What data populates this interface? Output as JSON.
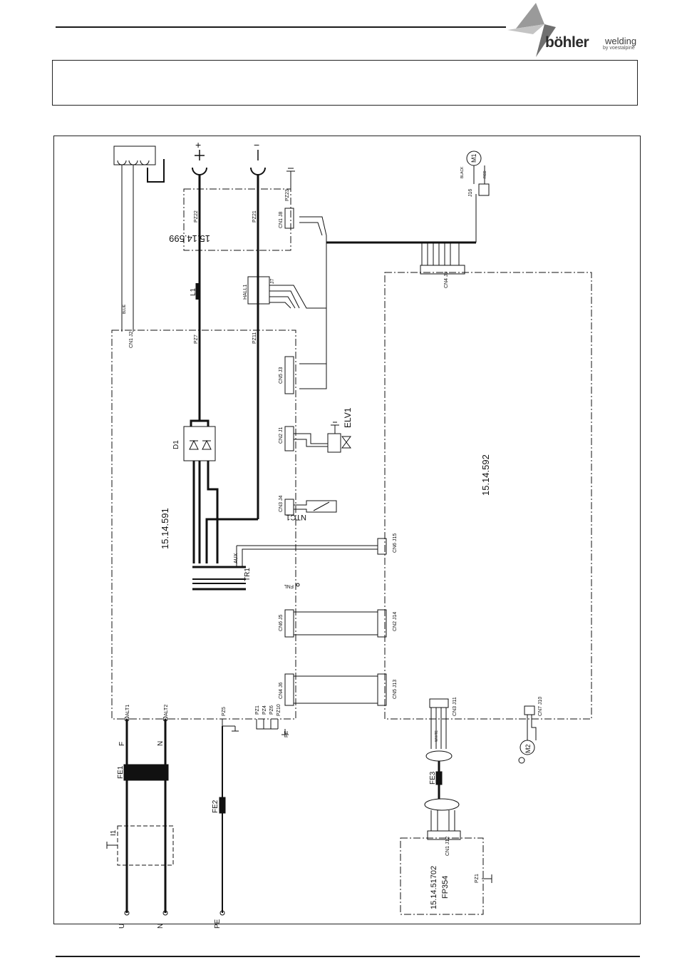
{
  "brand": {
    "name": "böhler",
    "suffix": "welding",
    "sub": "by voestalpine"
  },
  "labels": {
    "board_591": "15.14.591",
    "board_592": "15.14.592",
    "board_599": "15.14.599",
    "fp_code": "15.14.51702",
    "fp_name": "FP354",
    "tr1": "TR1",
    "aux": "AUX",
    "l1": "L1",
    "d1": "D1",
    "hall1": "HALL1",
    "elv1": "ELV1",
    "ntc1": "NTC1",
    "m1": "M1",
    "m2": "M2",
    "fe1": "FE1",
    "fe2": "FE2",
    "fe3": "FE3",
    "i1": "I1",
    "f": "F",
    "n": "N",
    "u": "U",
    "n_bottom": "N",
    "pe": "PE",
    "pe_small": "PE",
    "alt1": "ALT1",
    "alt2": "ALT2",
    "pz5": "PZ5",
    "pz7": "PZ7",
    "pz11": "PZ11",
    "pz22": "PZ22",
    "pz21": "PZ21",
    "pz23": "PZ23",
    "pz1": "PZ1",
    "pz4": "PZ4",
    "pz6": "PZ6",
    "pz10": "PZ10",
    "pz21_fp": "PZ1",
    "cn1_j2": "CN1 J2",
    "cn5_j3": "CN5 J3",
    "cn2_j1": "CN2 J1",
    "cn3_j4": "CN3 J4",
    "cn6_j5": "CN6 J5",
    "cn4_j6": "CN4 J6",
    "cn1_j8": "CN1 J8",
    "cn6_j15": "CN6 J15",
    "cn2_j14": "CN2 J14",
    "cn5_j13": "CN5 J13",
    "cn3_j11": "CN3 J11",
    "cn7_j10": "CN7 J10",
    "cn4_j9": "CN4 J9",
    "cn1_j12": "CN1 J12",
    "j16": "J16",
    "j7": "J7",
    "fnl": "FNL",
    "blue": "BLUE",
    "black": "BLACK",
    "red": "RED",
    "white": "WHITE",
    "plus": "+",
    "minus": "−"
  }
}
